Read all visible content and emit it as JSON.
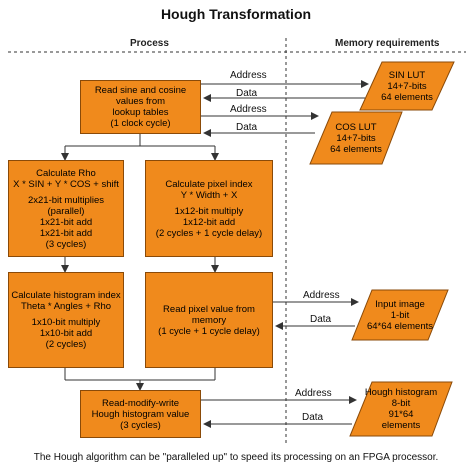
{
  "title": "Hough Transformation",
  "columns": {
    "process": "Process",
    "memory": "Memory requirements"
  },
  "boxes": {
    "read_lut": [
      "Read sine and cosine",
      "values from",
      "lookup tables",
      "(1 clock cycle)"
    ],
    "calc_rho": [
      "Calculate Rho",
      "X * SIN + Y * COS + shift",
      "",
      "2x21-bit multiplies (parallel)",
      "1x21-bit add",
      "1x21-bit add",
      "(3 cycles)"
    ],
    "calc_pixel_index": [
      "Calculate pixel index",
      "Y * Width + X",
      "",
      "1x12-bit multiply",
      "1x12-bit add",
      "(2 cycles + 1 cycle delay)"
    ],
    "calc_hist_index": [
      "Calculate histogram index",
      "Theta * Angles + Rho",
      "",
      "1x10-bit multiply",
      "1x10-bit add",
      "(2 cycles)"
    ],
    "read_pixel": [
      "Read pixel value from",
      "memory",
      "(1 cycle + 1 cycle delay)"
    ],
    "rmw": [
      "Read-modify-write",
      "Hough histogram value",
      "(3 cycles)"
    ]
  },
  "memories": {
    "sin_lut": [
      "SIN LUT",
      "14+7-bits",
      "64 elements"
    ],
    "cos_lut": [
      "COS LUT",
      "14+7-bits",
      "64 elements"
    ],
    "input_image": [
      "Input image",
      "1-bit",
      "64*64 elements"
    ],
    "hough_histogram": [
      "Hough histogram",
      "8-bit",
      "91*64",
      "elements"
    ]
  },
  "arrows": {
    "sin_address": "Address",
    "sin_data": "Data",
    "cos_address": "Address",
    "cos_data": "Data",
    "img_address": "Address",
    "img_data": "Data",
    "hist_address": "Address",
    "hist_data": "Data"
  },
  "caption": "The Hough algorithm can be \"paralleled up\" to speed its processing on an FPGA processor.",
  "colors": {
    "box_fill": "#f08a1c",
    "box_border": "#8a4a08",
    "line": "#333333"
  }
}
